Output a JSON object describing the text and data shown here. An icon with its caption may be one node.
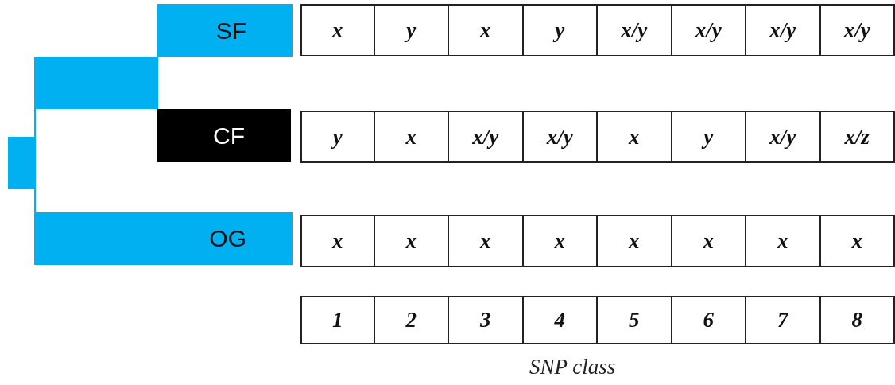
{
  "diagram": {
    "nodes": [
      {
        "text": [
          "SF"
        ]
      },
      {
        "text": [
          "CF"
        ]
      },
      {
        "text": [
          "OG"
        ]
      }
    ],
    "labels": [
      "x",
      "y",
      "x",
      "y",
      "x/y",
      "x/y",
      "x/y",
      "x/y",
      "y",
      "x",
      "x/y",
      "x/y",
      "x",
      "y",
      "x/y",
      "x/z",
      "x",
      "x",
      "x",
      "x",
      "x",
      "x",
      "x",
      "x",
      "1",
      "2",
      "3",
      "4",
      "5",
      "6",
      "7",
      "8",
      "SNP class"
    ]
  }
}
